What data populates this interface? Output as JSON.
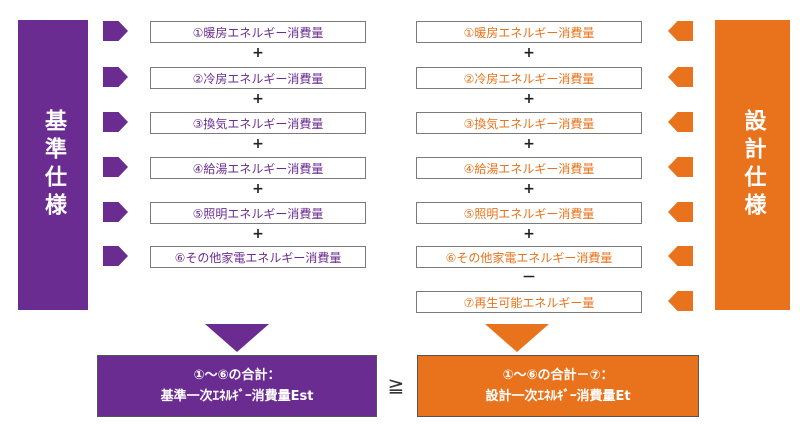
{
  "standard": {
    "title": "基準仕様",
    "color": "#6a2c91",
    "items": [
      "①暖房エネルギー消費量",
      "②冷房エネルギー消費量",
      "③換気エネルギー消費量",
      "④給湯エネルギー消費量",
      "⑤照明エネルギー消費量",
      "⑥その他家電エネルギー消費量"
    ],
    "operators": [
      "+",
      "+",
      "+",
      "+",
      "+"
    ],
    "result": {
      "line1": "①～⑥の合計：",
      "line2": "基準一次ｴﾈﾙｷﾞｰ消費量Est"
    }
  },
  "design": {
    "title": "設計仕様",
    "color": "#e8731c",
    "items": [
      "①暖房エネルギー消費量",
      "②冷房エネルギー消費量",
      "③換気エネルギー消費量",
      "④給湯エネルギー消費量",
      "⑤照明エネルギー消費量",
      "⑥その他家電エネルギー消費量",
      "⑦再生可能エネルギー量"
    ],
    "operators": [
      "+",
      "+",
      "+",
      "+",
      "+",
      "－"
    ],
    "result": {
      "line1": "①～⑥の合計－⑦：",
      "line2": "設計一次ｴﾈﾙｷﾞｰ消費量Et"
    }
  },
  "comparison_symbol": "≧"
}
